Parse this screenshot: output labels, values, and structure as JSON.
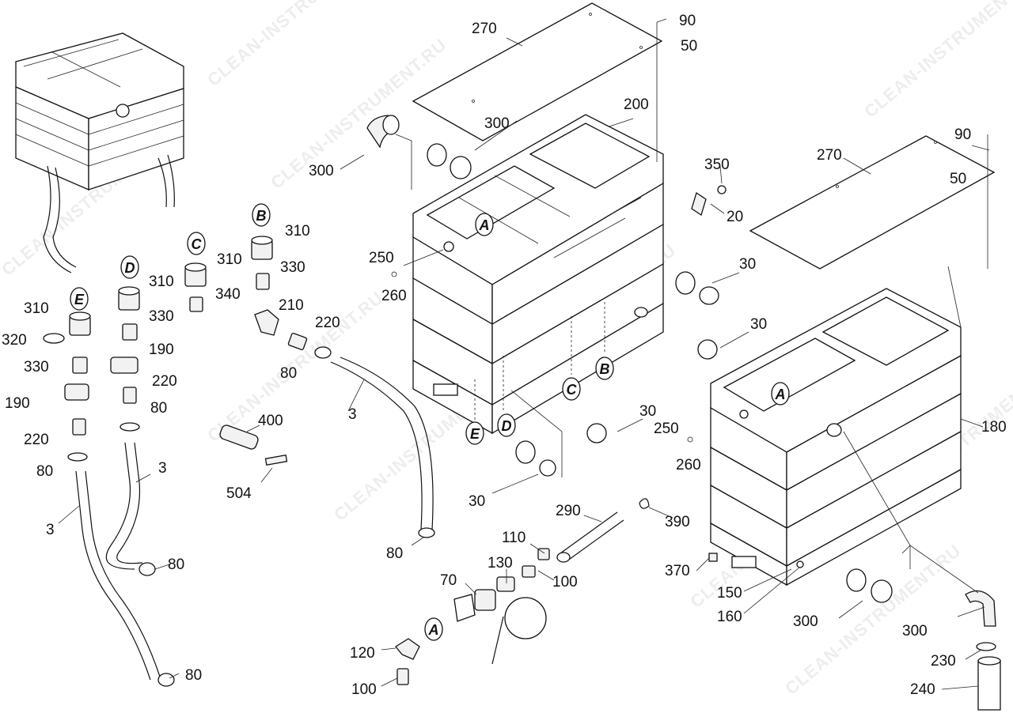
{
  "watermark": "CLEAN-INSTRUMENT.RU",
  "labels": {
    "l270a": "270",
    "l90a": "90",
    "l50a": "50",
    "l300a": "300",
    "l200": "200",
    "l300b": "300",
    "l350": "350",
    "l20": "20",
    "l90b": "90",
    "l270b": "270",
    "l50b": "50",
    "l250a": "250",
    "l260a": "260",
    "l30a": "30",
    "l30b": "30",
    "l30c": "30",
    "l30d": "30",
    "l310a": "310",
    "l310b": "310",
    "l310c": "310",
    "l310d": "310",
    "l330a": "330",
    "l330b": "330",
    "l330c": "330",
    "l340": "340",
    "l210": "210",
    "l220a": "220",
    "l320": "320",
    "l190a": "190",
    "l190b": "190",
    "l220b": "220",
    "l220c": "220",
    "l80a": "80",
    "l80b": "80",
    "l80c": "80",
    "l80d": "80",
    "l80e": "80",
    "l80f": "80",
    "l3a": "3",
    "l3b": "3",
    "l3c": "3",
    "l400": "400",
    "l504": "504",
    "l290": "290",
    "l390": "390",
    "l110": "110",
    "l100a": "100",
    "l130": "130",
    "l70": "70",
    "l120": "120",
    "l100b": "100",
    "l180": "180",
    "l250b": "250",
    "l260b": "260",
    "l370": "370",
    "l150": "150",
    "l160": "160",
    "l300c": "300",
    "l300d": "300",
    "l230": "230",
    "l240": "240"
  },
  "badges": {
    "bA1": "A",
    "bB1": "B",
    "bC1": "C",
    "bD1": "D",
    "bE1": "E",
    "bB2": "B",
    "bC2": "C",
    "bD2": "D",
    "bE2": "E",
    "bA2": "A",
    "bA3": "A"
  }
}
